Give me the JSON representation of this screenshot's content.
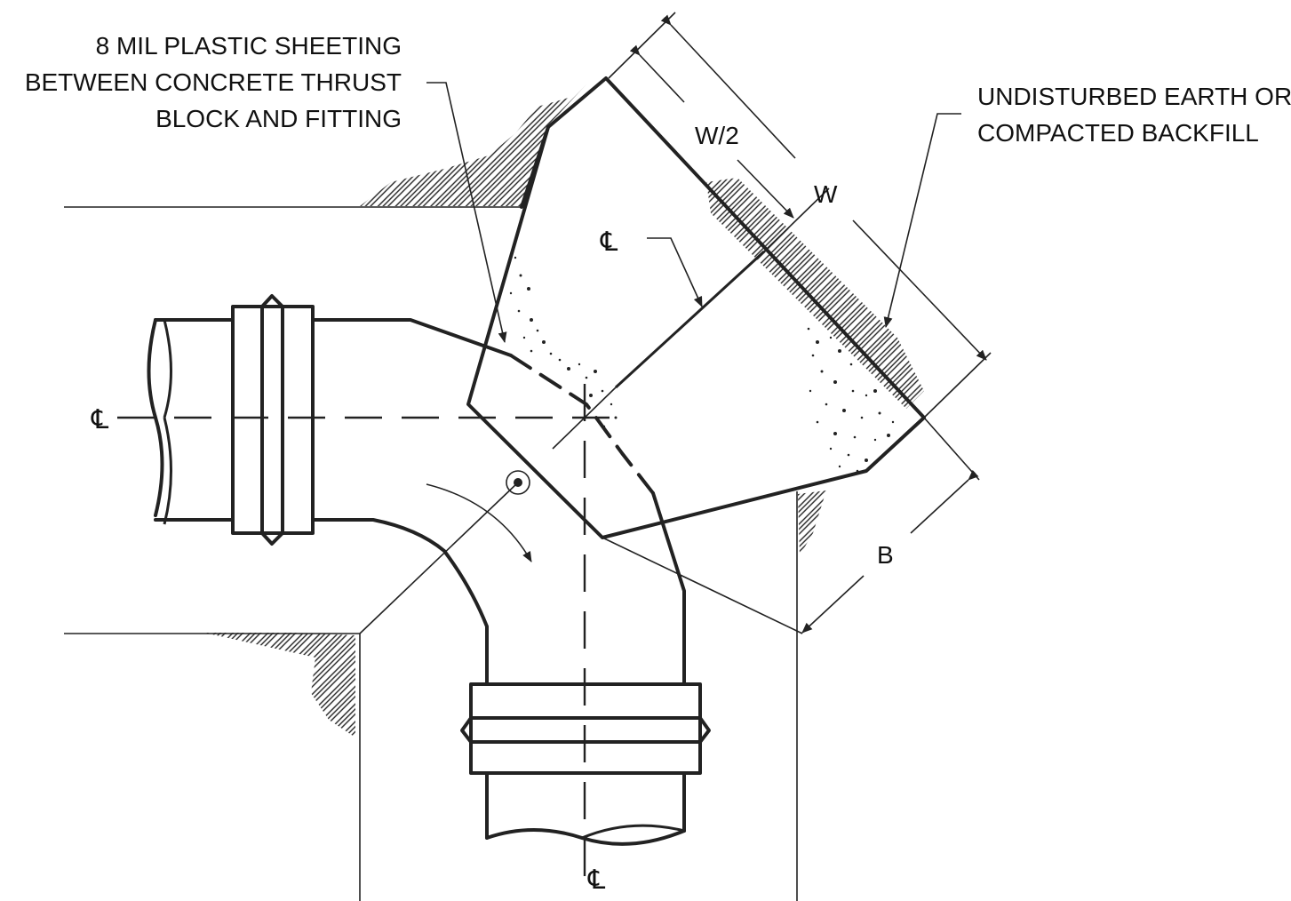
{
  "labels": {
    "plastic_line1": "8 MIL PLASTIC SHEETING",
    "plastic_line2": "BETWEEN CONCRETE THRUST",
    "plastic_line3": "BLOCK AND FITTING",
    "earth_line1": "UNDISTURBED EARTH OR",
    "earth_line2": "COMPACTED BACKFILL",
    "dim_half_width": "W/2",
    "dim_width": "W",
    "dim_bearing": "B",
    "centerline_symbol": "℄"
  },
  "colors": {
    "line": "#222222",
    "background": "#ffffff"
  }
}
